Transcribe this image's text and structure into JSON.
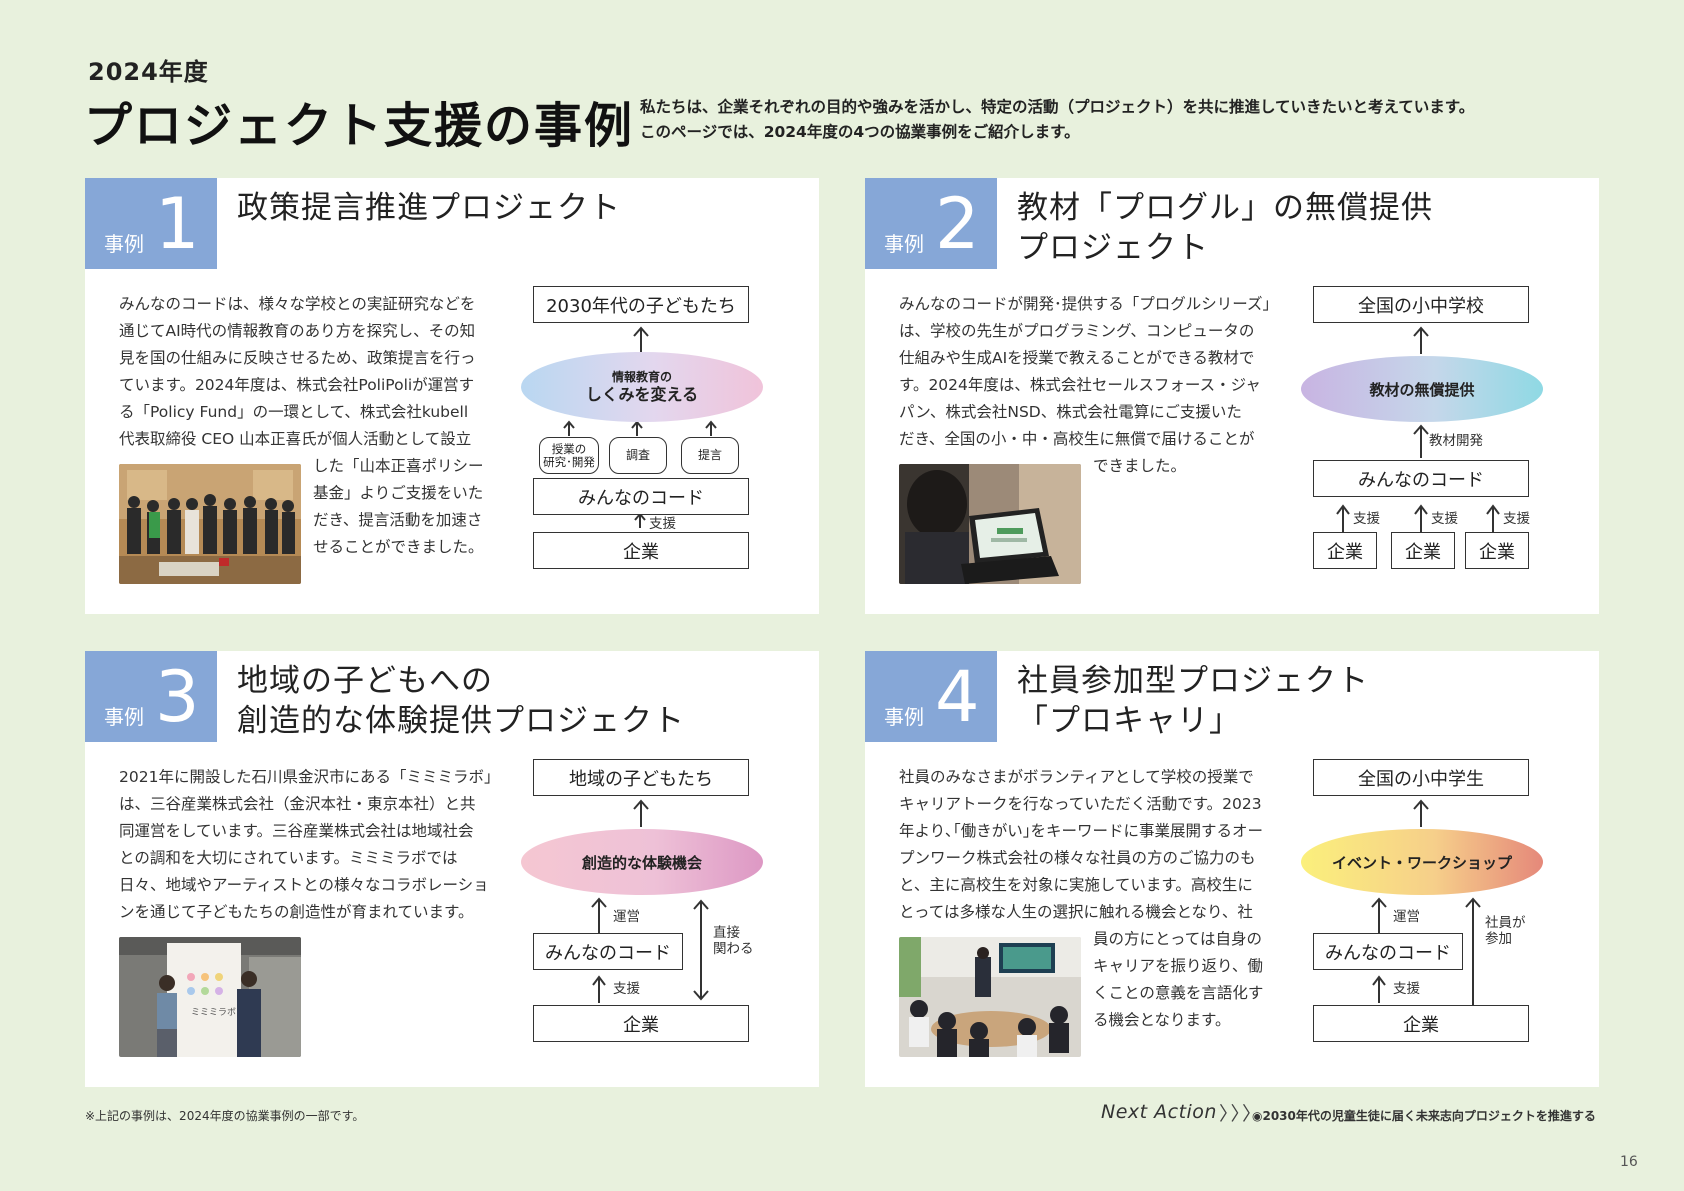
{
  "header": {
    "year": "2024年度",
    "title": "プロジェクト支援の事例",
    "intro_line1": "私たちは、企業それぞれの目的や強みを活かし、特定の活動（プロジェクト）を共に推進していきたいと考えています。",
    "intro_line2": "このページでは、2024年度の4つの協業事例をご紹介します。"
  },
  "badge_label": "事例",
  "cases": [
    {
      "number": "1",
      "title_line1": "政策提言推進プロジェクト",
      "title_line2": "",
      "body_lines": [
        "みんなのコードは、様々な学校との実証研究などを",
        "通じてAI時代の情報教育のあり方を探究し、その知",
        "見を国の仕組みに反映させるため、政策提言を行っ",
        "ています。2024年度は、株式会社PoliPoliが運営す",
        "る「Policy Fund」の一環として、株式会社kubell",
        "代表取締役 CEO 山本正喜氏が個人活動として設立"
      ],
      "body_wrap_lines": [
        "した「山本正喜ポリシー",
        "基金」よりご支援をいた",
        "だき、提言活動を加速さ",
        "せることができました。"
      ],
      "diagram": {
        "top": "2030年代の子どもたち",
        "ellipse_small": "情報教育の",
        "ellipse_big": "しくみを変える",
        "pill1": "授業の\n研究･開発",
        "pill2": "調査",
        "pill3": "提言",
        "middle": "みんなのコード",
        "support": "支援",
        "bottom": "企業"
      }
    },
    {
      "number": "2",
      "title_line1": "教材「プログル」の無償提供",
      "title_line2": "プロジェクト",
      "body_lines": [
        "みんなのコードが開発･提供する「プログルシリーズ」",
        "は、学校の先生がプログラミング、コンピュータの",
        "仕組みや生成AIを授業で教えることができる教材で",
        "す。2024年度は、株式会社セールスフォース・ジャ",
        "パン、株式会社NSD、株式会社電算にご支援いた",
        "だき、全国の小・中・高校生に無償で届けることが"
      ],
      "body_wrap_lines": [
        "できました。"
      ],
      "diagram": {
        "top": "全国の小中学校",
        "ellipse": "教材の無償提供",
        "dev": "教材開発",
        "middle": "みんなのコード",
        "support": "支援",
        "bottom": "企業"
      }
    },
    {
      "number": "3",
      "title_line1": "地域の子どもへの",
      "title_line2": "創造的な体験提供プロジェクト",
      "body_lines": [
        "2021年に開設した石川県金沢市にある「ミミミラボ」",
        "は、三谷産業株式会社（金沢本社・東京本社）と共",
        "同運営をしています。三谷産業株式会社は地域社会",
        "との調和を大切にされています。ミミミラボでは",
        "日々、地域やアーティストとの様々なコラボレーショ",
        "ンを通じて子どもたちの創造性が育まれています。"
      ],
      "body_wrap_lines": [],
      "photo_text": "ミミミラボ",
      "diagram": {
        "top": "地域の子どもたち",
        "ellipse": "創造的な体験機会",
        "operate": "運営",
        "direct": "直接\n関わる",
        "middle": "みんなのコード",
        "support": "支援",
        "bottom": "企業"
      }
    },
    {
      "number": "4",
      "title_line1": "社員参加型プロジェクト",
      "title_line2": "「プロキャリ」",
      "body_lines": [
        "社員のみなさまがボランティアとして学校の授業で",
        "キャリアトークを行なっていただく活動です。2023",
        "年より､｢働きがい｣をキーワードに事業展開するオー",
        "プンワーク株式会社の様々な社員の方のご協力のも",
        "と、主に高校生を対象に実施しています。高校生に",
        "とっては多様な人生の選択に触れる機会となり、社"
      ],
      "body_wrap_lines": [
        "員の方にとっては自身の",
        "キャリアを振り返り、働",
        "くことの意義を言語化す",
        "る機会となります。"
      ],
      "diagram": {
        "top": "全国の小中学生",
        "ellipse": "イベント・ワークショップ",
        "operate": "運営",
        "employee": "社員が\n参加",
        "middle": "みんなのコード",
        "support": "支援",
        "bottom": "企業"
      }
    }
  ],
  "footer": {
    "note": "※上記の事例は、2024年度の協業事例の一部です。",
    "next_action": "Next Action",
    "next_arrows": "〉〉〉",
    "next_text": "◉2030年代の児童生徒に届く未来志向プロジェクトを推進する",
    "page": "16"
  }
}
